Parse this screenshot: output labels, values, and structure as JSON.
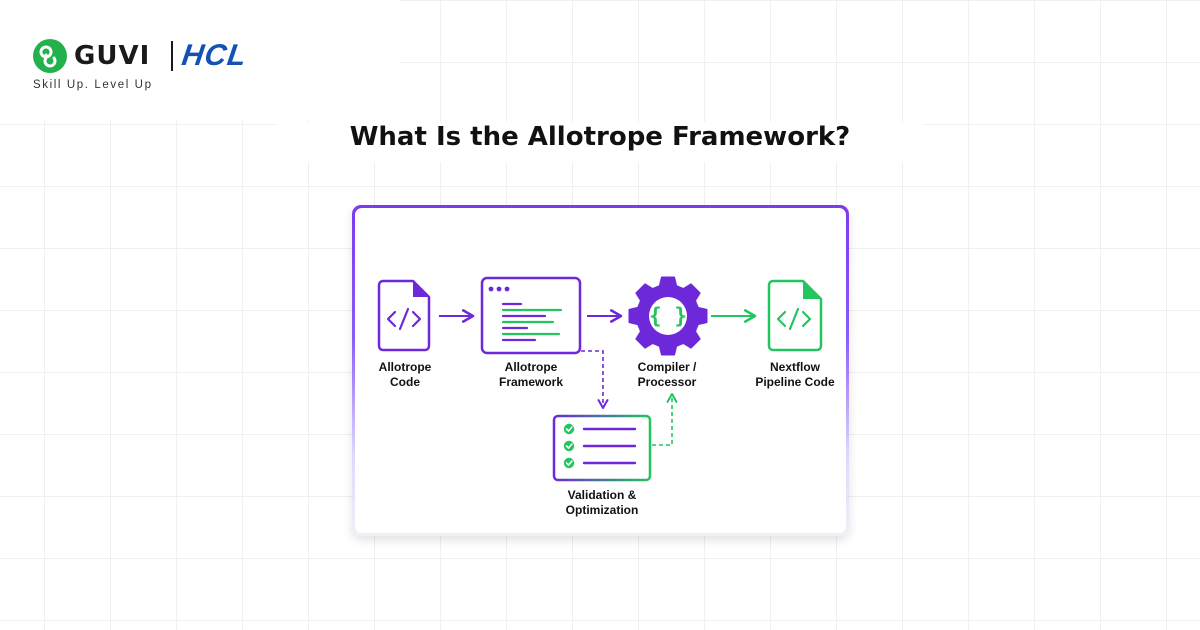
{
  "brand": {
    "name": "GUVI",
    "partner": "HCL",
    "tagline": "Skill Up. Level Up"
  },
  "page": {
    "title": "What Is the Allotrope Framework?"
  },
  "diagram": {
    "nodes": [
      {
        "line1": "Allotrope",
        "line2": "Code",
        "icon": "code-file-icon"
      },
      {
        "line1": "Allotrope",
        "line2": "Framework",
        "icon": "framework-window-icon"
      },
      {
        "line1": "Compiler /",
        "line2": "Processor",
        "icon": "gear-braces-icon"
      },
      {
        "line1": "Nextflow",
        "line2": "Pipeline Code",
        "icon": "code-file-icon"
      },
      {
        "line1": "Validation &",
        "line2": "Optimization",
        "icon": "checklist-icon"
      }
    ],
    "colors": {
      "primary": "#6d28d9",
      "accent": "#22c55e"
    }
  }
}
